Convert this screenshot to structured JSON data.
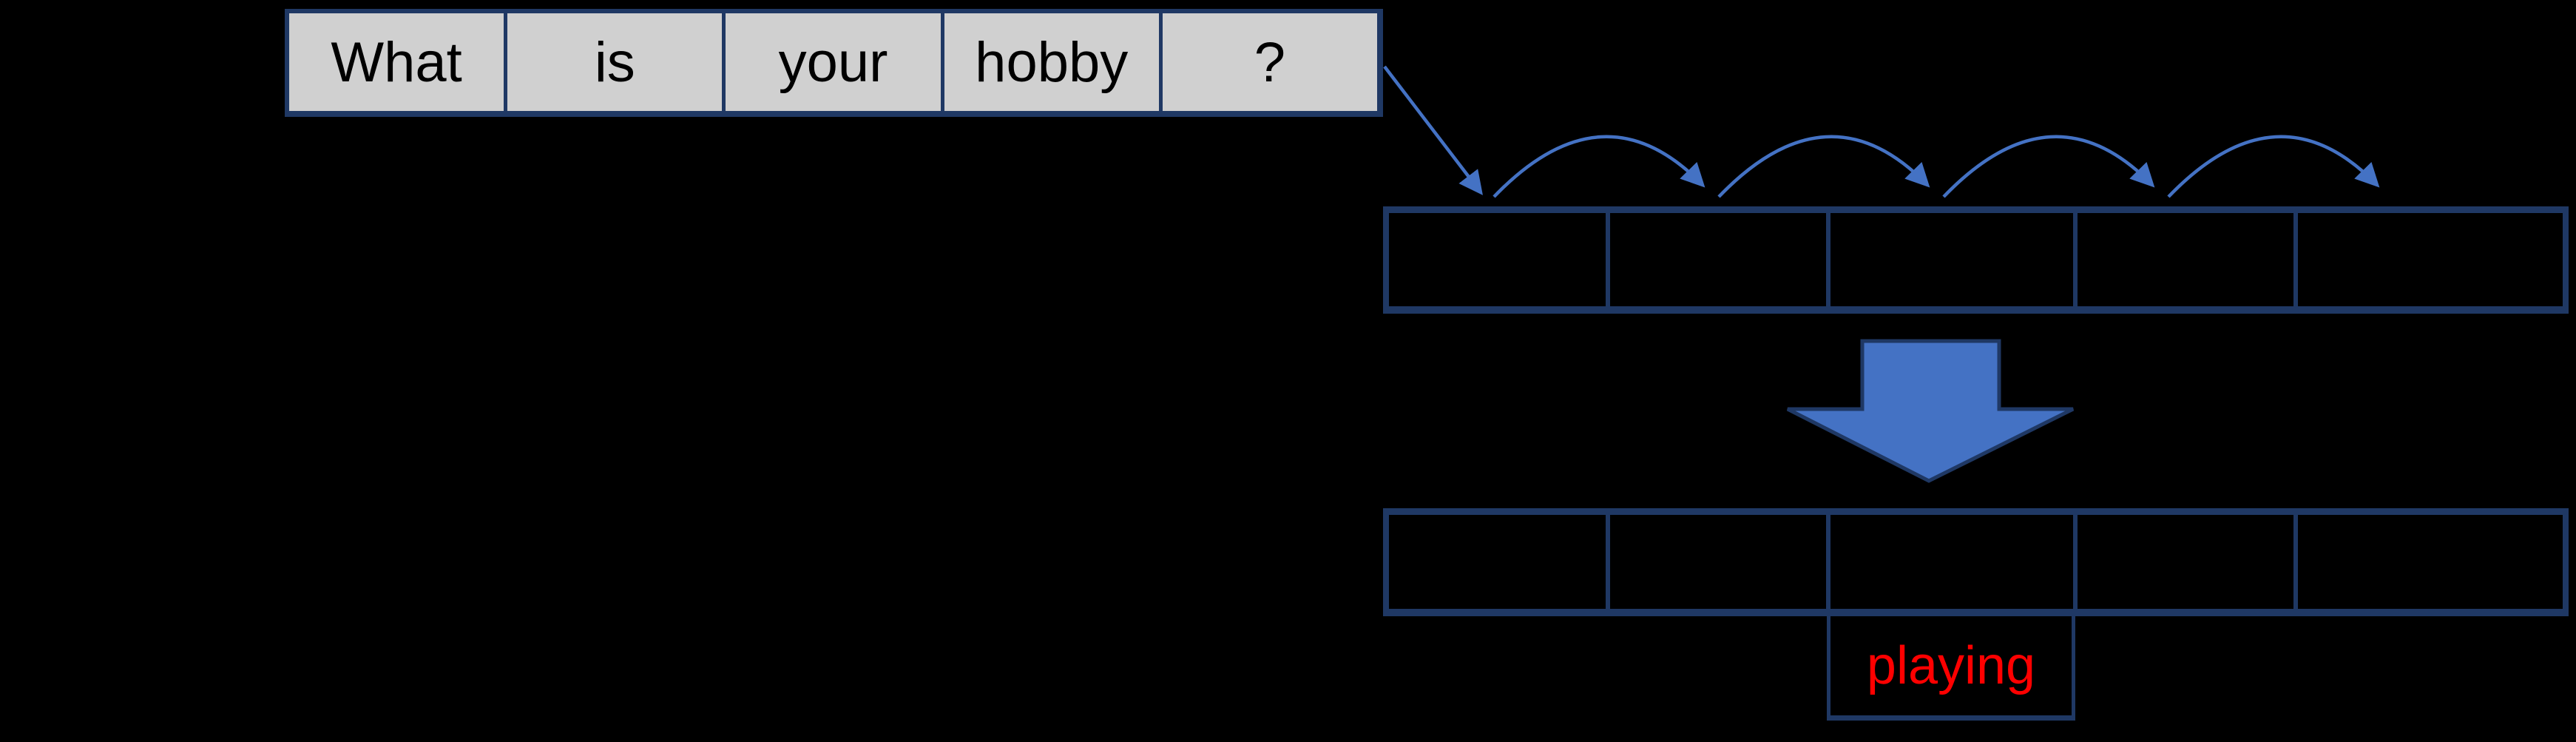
{
  "diagram_title": "question sentence to token cells to answer",
  "sentence_row": {
    "cells": [
      "What",
      "is",
      "your",
      "hobby",
      "?"
    ]
  },
  "token_row": {
    "cells": [
      "",
      "",
      "",
      "",
      ""
    ]
  },
  "output_row": {
    "cells": [
      "",
      "",
      "",
      "",
      ""
    ]
  },
  "answer": {
    "label": "playing",
    "attached_below_column": 3
  },
  "icons": {
    "input_arrow": "diagonal-arrow-icon",
    "hop_arrows": "arc-hop-arrow-icon",
    "transform_arrow": "down-block-arrow-icon"
  },
  "colors": {
    "background": "#000000",
    "table_border": "#1f3864",
    "sentence_fill": "#d0d0d0",
    "arrow_blue": "#4472c4",
    "answer_red": "#ff0000",
    "word_text": "#000000"
  }
}
